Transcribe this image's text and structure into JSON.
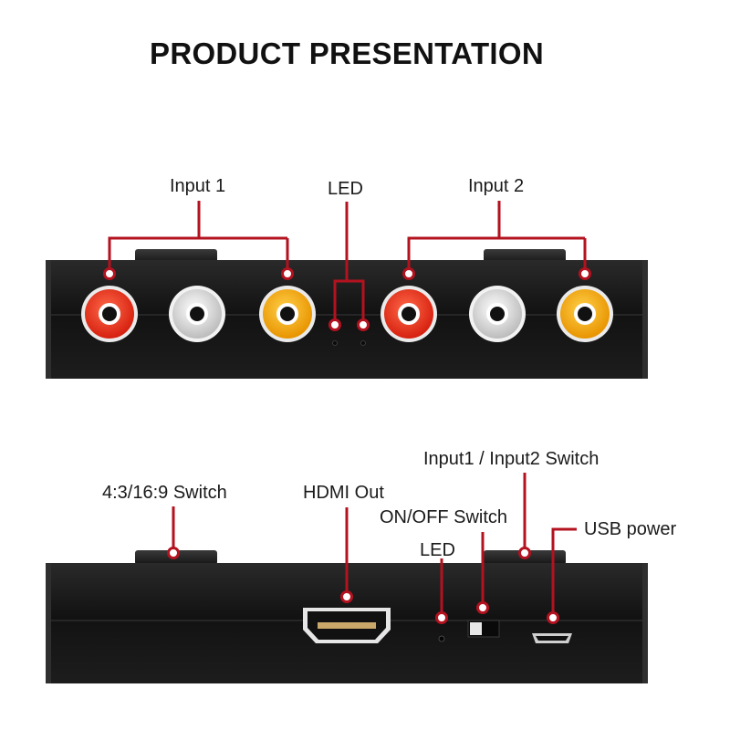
{
  "title": "PRODUCT PRESENTATION",
  "front_panel": {
    "labels": {
      "input1": "Input 1",
      "led": "LED",
      "input2": "Input 2"
    },
    "input1_jacks": [
      "red",
      "white",
      "yellow"
    ],
    "input2_jacks": [
      "red",
      "white",
      "yellow"
    ]
  },
  "back_panel": {
    "labels": {
      "aspect_switch": "4:3/16:9 Switch",
      "hdmi_out": "HDMI Out",
      "input_switch": "Input1 / Input2 Switch",
      "on_off_switch": "ON/OFF Switch",
      "led": "LED",
      "usb_power": "USB power"
    }
  },
  "colors": {
    "callout": "#b3121f",
    "device_body": "#151515",
    "jack_red": "#e8321e",
    "jack_white": "#d8d8d8",
    "jack_yellow": "#f3a81a"
  }
}
